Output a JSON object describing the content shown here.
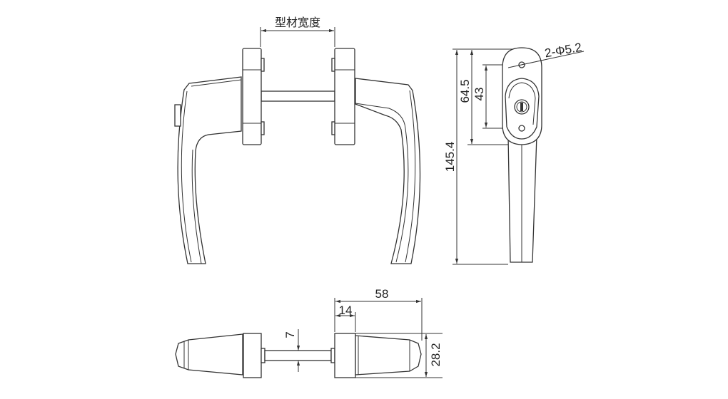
{
  "drawing": {
    "front_view": {
      "width_label": "型材宽度"
    },
    "side_view": {
      "hole_label": "2-Φ5.2",
      "dim_total_height": "145.4",
      "dim_plate_height": "64.5",
      "dim_hole_spacing": "43"
    },
    "bottom_view": {
      "dim_overall_length": "58",
      "dim_rose_length": "14",
      "dim_spindle": "7",
      "dim_height": "28.2"
    },
    "line_color": "#333333"
  }
}
